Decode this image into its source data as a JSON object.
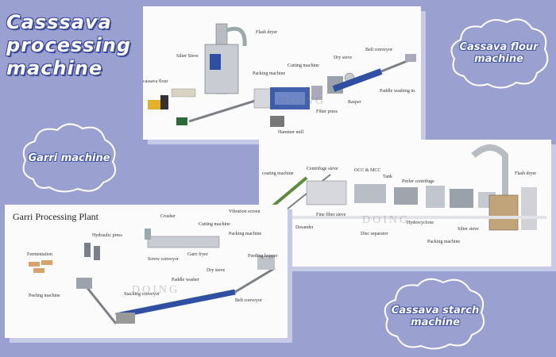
{
  "headline": {
    "line1": "Casssava",
    "line2": "processing",
    "line3": "machine"
  },
  "clouds": {
    "flour": {
      "line1": "Cassava flour",
      "line2": "machine"
    },
    "garri": {
      "line1": "Garri machine"
    },
    "starch": {
      "line1": "Cassava starch",
      "line2": "machine"
    }
  },
  "flour_plant": {
    "labels": {
      "flash_dryer": "Flash dryer",
      "silter_sieve": "Silter Sieve",
      "cassava_flour": "cassava flour",
      "packing_machine": "Packing machine",
      "cutting_machine": "Cutting machine",
      "dry_sieve": "Dry sieve",
      "belt_conveyor": "Belt conveyor",
      "paddle_washing": "Paddle washing m",
      "rasper": "Rasper",
      "filter_press": "Filter press",
      "hammer_mill": "Hammer mill"
    },
    "watermark": "DOING"
  },
  "starch_plant": {
    "labels": {
      "coating_machine": "coating machine",
      "centrifuge_sieve": "Centrifuge sieve",
      "occ_mcc": "OCC & MCC",
      "tank": "Tank",
      "peeler_centrifuge": "Peeler centrifuge",
      "flash_dryer": "Flash dryer",
      "fine_fiber_sieve": "Fine fiber sieve",
      "desander": "Desander",
      "disc_separator": "Disc separator",
      "silter_sieve": "Silter sieve",
      "packing_machine": "Packing machine",
      "hydrocyclone": "Hydrocyclone"
    },
    "watermark": "DOING"
  },
  "garri_plant": {
    "title": "Garri Processing Plant",
    "labels": {
      "crusher": "Crusher",
      "vibration_screen": "Vibration screen",
      "cutting_machine": "Cutting machine",
      "hydraulic_press": "Hydraulic press",
      "packing_machine": "Packing machine",
      "fermentation": "Fermentation",
      "screw_conveyor": "Screw conveyor",
      "garri_fryer": "Garri fryer",
      "feeding_hopper": "Feeding hopper",
      "peeling_machine": "Peeling machine",
      "paddle_washer": "Paddle washer",
      "dry_sieve": "Dry sieve",
      "belt_conveyor": "Belt conveyor",
      "stacking_conveyor": "Stacking conveyor"
    },
    "watermark": "DOING"
  },
  "colors": {
    "background": "#9aa0cf",
    "title_outline": "#3d4a9a",
    "machine_blue": "#2f4fa3",
    "machine_grey": "#8b8f96"
  }
}
